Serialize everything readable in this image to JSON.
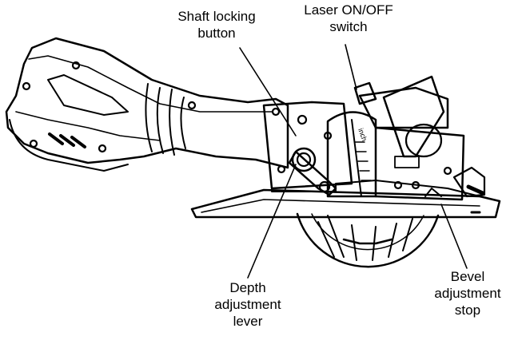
{
  "labels": {
    "shaft_locking_button": [
      "Shaft locking",
      "button"
    ],
    "laser_switch": [
      "Laser ON/OFF",
      "switch"
    ],
    "depth_adjustment_lever": [
      "Depth",
      "adjustment",
      "lever"
    ],
    "bevel_adjustment_stop": [
      "Bevel",
      "adjustment",
      "stop"
    ]
  },
  "scale_text": "inch"
}
